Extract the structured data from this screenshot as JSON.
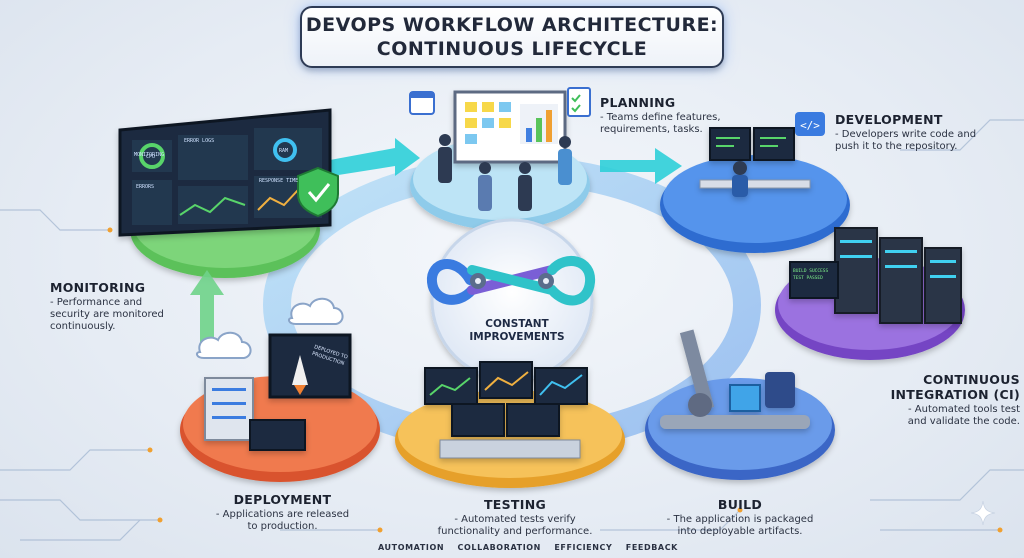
{
  "title": {
    "line1": "DEVOPS WORKFLOW ARCHITECTURE:",
    "line2": "CONTINUOUS LIFECYCLE"
  },
  "hub": {
    "line1": "CONSTANT",
    "line2": "IMPROVEMENTS"
  },
  "stages": {
    "planning": {
      "title": "PLANNING",
      "desc1": "- Teams define features,",
      "desc2": "requirements, tasks."
    },
    "development": {
      "title": "DEVELOPMENT",
      "desc1": "- Developers write code and",
      "desc2": "push it to the repository."
    },
    "ci": {
      "title1": "CONTINUOUS",
      "title2": "INTEGRATION (CI)",
      "desc1": "- Automated tools test",
      "desc2": "and validate the code."
    },
    "build": {
      "title": "BUILD",
      "desc1": "- The application is packaged",
      "desc2": "into deployable artifacts."
    },
    "testing": {
      "title": "TESTING",
      "desc1": "- Automated tests verify",
      "desc2": "functionality and performance."
    },
    "deployment": {
      "title": "DEPLOYMENT",
      "desc1": "- Applications are released",
      "desc2": "to production."
    },
    "monitoring": {
      "title": "MONITORING",
      "desc1": "- Performance and",
      "desc2": "security are monitored",
      "desc3": "continuously."
    }
  },
  "screens": {
    "monitor_labels": [
      "MONITORING",
      "CPU",
      "RAM",
      "ERROR LOGS",
      "RESPONSE TIME",
      "ERRORS"
    ],
    "deploy_screen": [
      "DEPLOYED TO",
      "PRODUCTION"
    ],
    "ci_screen": [
      "BUILD SUCCESS",
      "TEST PASSED"
    ]
  },
  "footer": [
    "AUTOMATION",
    "COLLABORATION",
    "EFFICIENCY",
    "FEEDBACK"
  ],
  "colors": {
    "monitoring": "#5cc15a",
    "planning": "#9fd6f0",
    "development": "#3f7fe0",
    "ci": "#8b5fd6",
    "build": "#4a78d8",
    "testing": "#f2b23a",
    "deployment": "#e8643c",
    "accent": "#2d8cf0"
  }
}
